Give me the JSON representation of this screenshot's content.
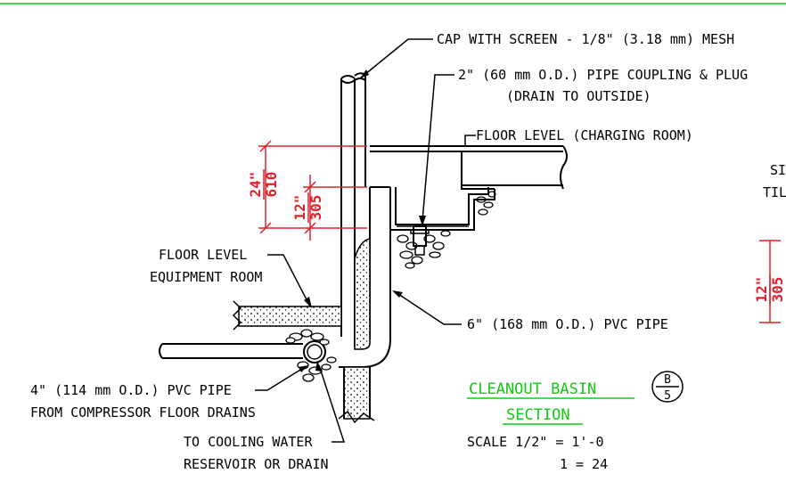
{
  "labels": {
    "cap": "CAP WITH SCREEN - 1/8\" (3.18 mm) MESH",
    "coupling": "2\" (60 mm O.D.) PIPE COUPLING & PLUG",
    "drain_outside": "(DRAIN TO OUTSIDE)",
    "floor_charging": "FLOOR LEVEL (CHARGING ROOM)",
    "floor_equip_1": "FLOOR LEVEL",
    "floor_equip_2": "EQUIPMENT ROOM",
    "pvc6": "6\" (168 mm O.D.) PVC PIPE",
    "pvc4_1": "4\" (114 mm O.D.) PVC PIPE",
    "pvc4_2": "FROM COMPRESSOR FLOOR DRAINS",
    "cooling_1": "TO COOLING WATER",
    "cooling_2": "RESERVOIR OR DRAIN",
    "cut_1": "SI",
    "cut_2": "TIL"
  },
  "dimensions": {
    "d24_in": "24\"",
    "d24_mm": "610",
    "d12_in": "12\"",
    "d12_mm": "305",
    "right_in": "12\"",
    "right_mm": "305"
  },
  "title_block": {
    "title": "CLEANOUT BASIN",
    "subtitle": "SECTION",
    "detail_top": "B",
    "detail_bottom": "5",
    "scale": "SCALE  1/2\" = 1'-0",
    "ratio": "1 = 24"
  },
  "colors": {
    "border": "#14c814",
    "dimension": "#e0202a",
    "title": "#14c814"
  }
}
